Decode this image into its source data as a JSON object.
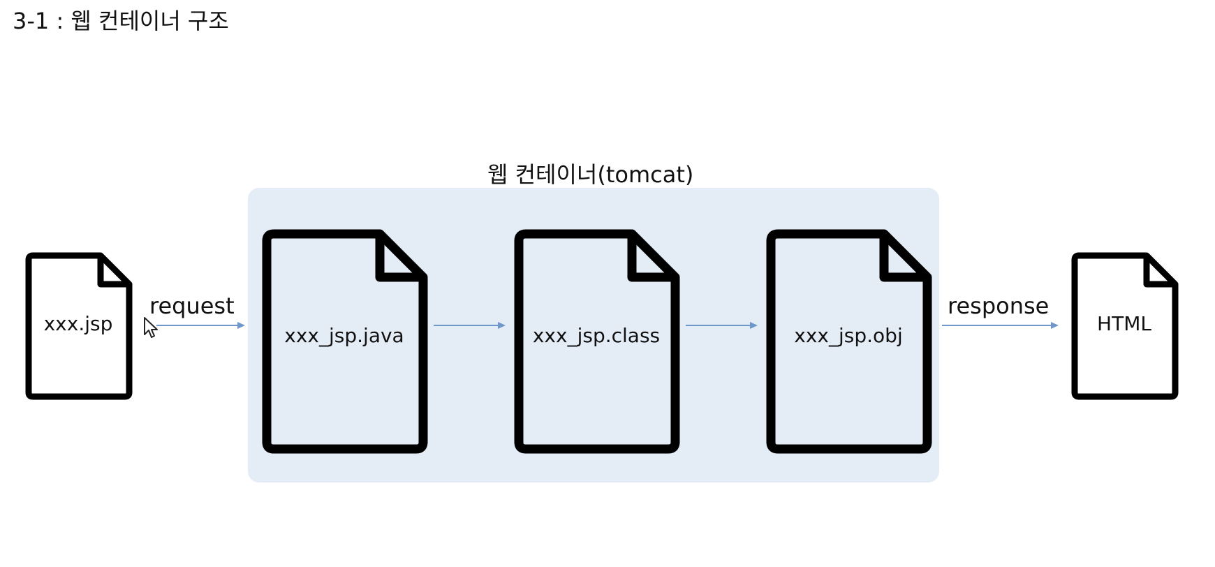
{
  "title": "3-1 : 웹 컨테이너 구조",
  "container": {
    "label": "웹 컨테이너(tomcat)",
    "fill_color": "#e4ecf6"
  },
  "files": {
    "source": "xxx.jsp",
    "java": "xxx_jsp.java",
    "class": "xxx_jsp.class",
    "obj": "xxx_jsp.obj",
    "output": "HTML"
  },
  "flows": {
    "request": "request",
    "response": "response"
  },
  "colors": {
    "arrow": "#6f97c9",
    "document_outline": "#000000"
  },
  "icons": {
    "document": "document-icon",
    "cursor": "mouse-cursor-icon"
  }
}
